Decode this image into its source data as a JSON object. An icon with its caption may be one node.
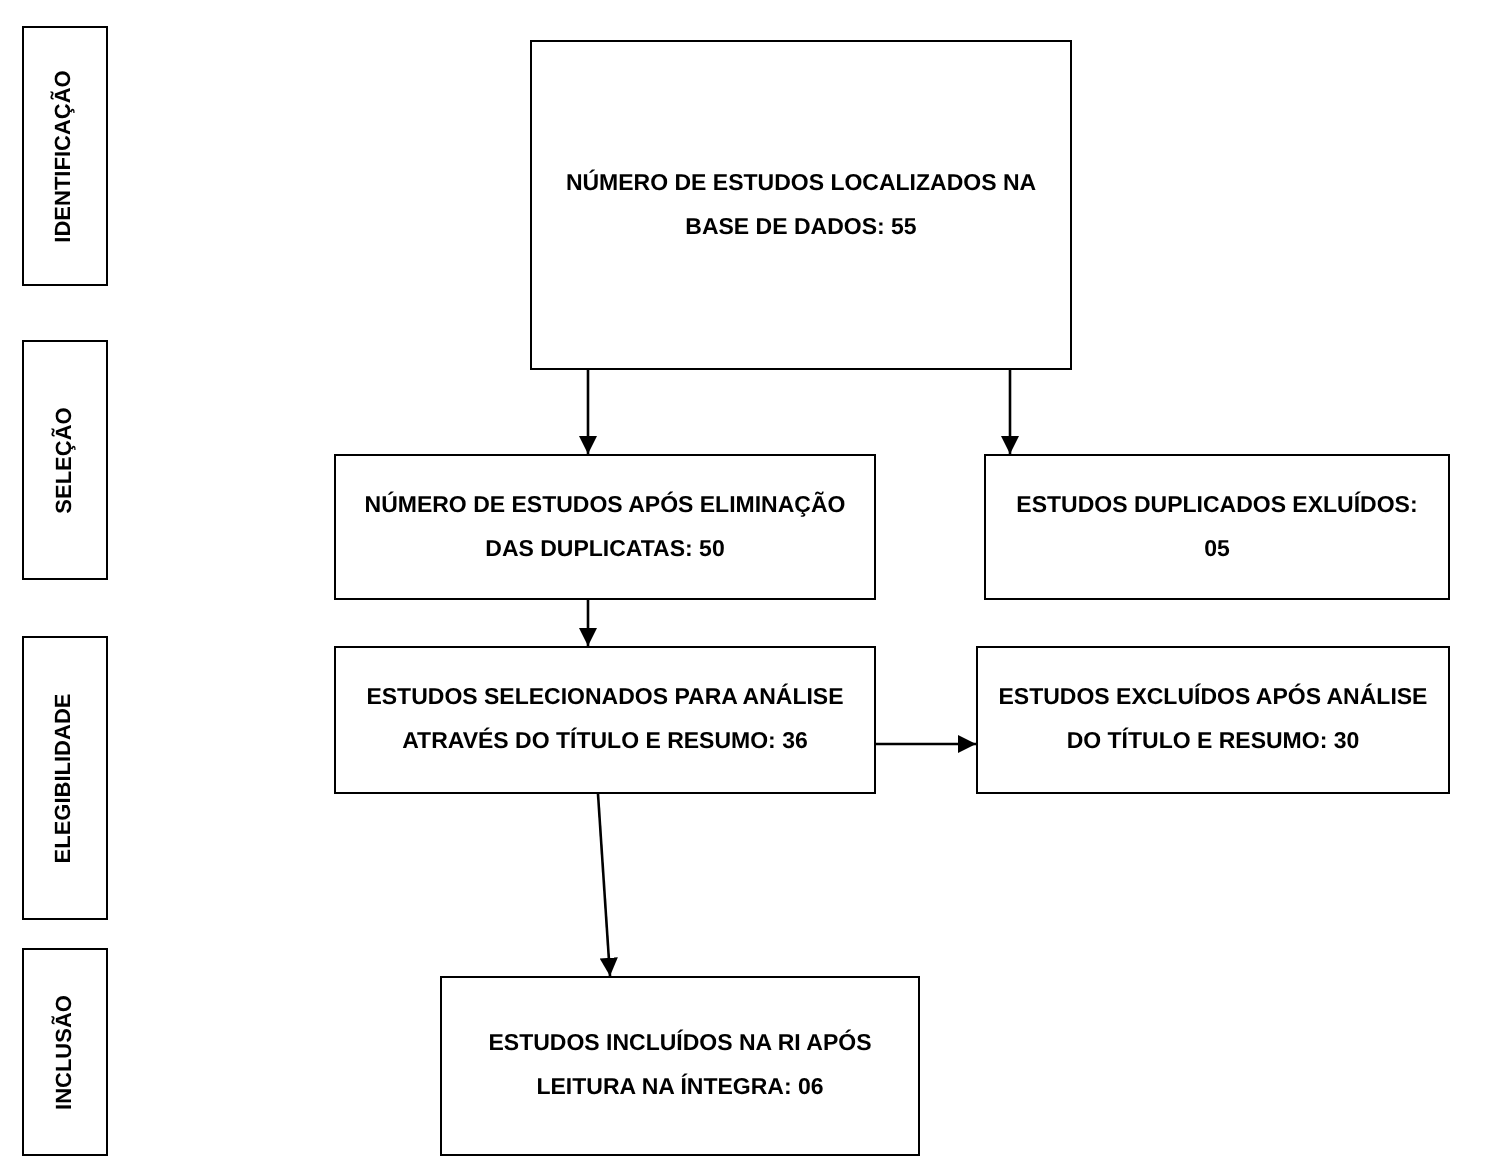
{
  "diagram": {
    "nodes": [
      {
        "text": [
          "IDENTIFICAÇÃO"
        ]
      },
      {
        "text": [
          "SELEÇÃO"
        ]
      },
      {
        "text": [
          "ELEGIBILIDADE"
        ]
      },
      {
        "text": [
          "INCLUSÃO"
        ]
      },
      {
        "text": [
          "NÚMERO DE ESTUDOS LOCALIZADOS NA BASE DE DADOS: 55"
        ]
      },
      {
        "text": [
          "NÚMERO DE ESTUDOS APÓS ELIMINAÇÃO DAS DUPLICATAS: 50"
        ]
      },
      {
        "text": [
          "ESTUDOS DUPLICADOS EXLUÍDOS: 05"
        ]
      },
      {
        "text": [
          "ESTUDOS SELECIONADOS PARA ANÁLISE ATRAVÉS DO TÍTULO E RESUMO: 36"
        ]
      },
      {
        "text": [
          "ESTUDOS EXCLUÍDOS APÓS ANÁLISE DO TÍTULO E RESUMO: 30"
        ]
      },
      {
        "text": [
          "ESTUDOS INCLUÍDOS NA RI APÓS LEITURA NA ÍNTEGRA: 06"
        ]
      }
    ],
    "edges": [
      {
        "from": 4,
        "to": 5,
        "arrow": "to"
      },
      {
        "from": 4,
        "to": 6,
        "arrow": "to"
      },
      {
        "from": 5,
        "to": 7,
        "arrow": "to"
      },
      {
        "from": 7,
        "to": 8,
        "arrow": "to"
      },
      {
        "from": 7,
        "to": 9,
        "arrow": "to"
      }
    ]
  }
}
